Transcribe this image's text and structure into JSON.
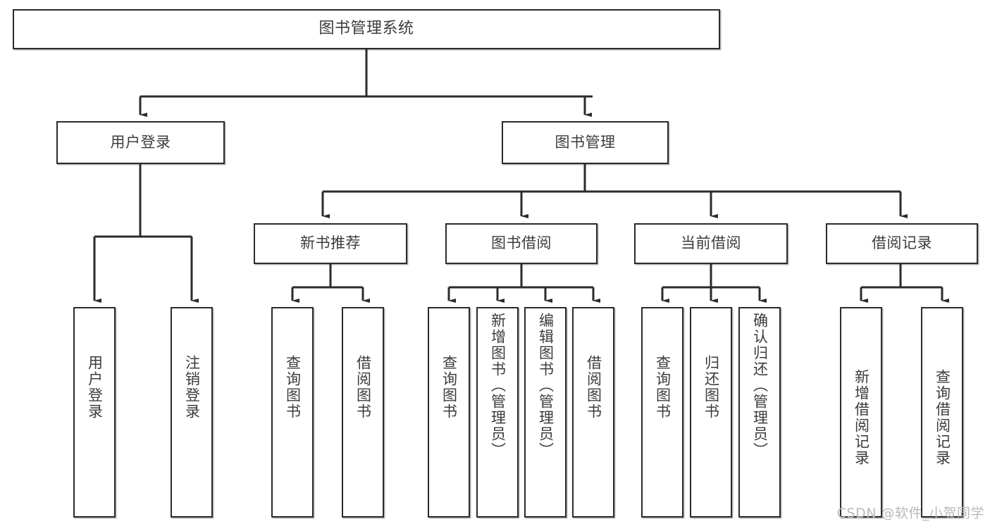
{
  "diagram": {
    "type": "tree-hierarchy",
    "title": "图书管理系统",
    "root": {
      "id": "root",
      "label": "图书管理系统"
    },
    "level2": [
      {
        "id": "user-login",
        "label": "用户登录"
      },
      {
        "id": "book-management",
        "label": "图书管理"
      }
    ],
    "level3": [
      {
        "id": "new-book-recommend",
        "label": "新书推荐",
        "parent": "book-management"
      },
      {
        "id": "book-borrow",
        "label": "图书借阅",
        "parent": "book-management"
      },
      {
        "id": "current-borrow",
        "label": "当前借阅",
        "parent": "book-management"
      },
      {
        "id": "borrow-record",
        "label": "借阅记录",
        "parent": "book-management"
      }
    ],
    "leaves": [
      {
        "id": "leaf-user-login",
        "label": "用户登录",
        "parent": "user-login"
      },
      {
        "id": "leaf-logout-login",
        "label": "注销登录",
        "parent": "user-login"
      },
      {
        "id": "leaf-query-book-1",
        "label": "查询图书",
        "parent": "new-book-recommend"
      },
      {
        "id": "leaf-borrow-book-1",
        "label": "借阅图书",
        "parent": "new-book-recommend"
      },
      {
        "id": "leaf-query-book-2",
        "label": "查询图书",
        "parent": "book-borrow"
      },
      {
        "id": "leaf-add-book",
        "label": "新增图书（管理员）",
        "parent": "book-borrow"
      },
      {
        "id": "leaf-edit-book",
        "label": "编辑图书（管理员）",
        "parent": "book-borrow"
      },
      {
        "id": "leaf-borrow-book-2",
        "label": "借阅图书",
        "parent": "book-borrow"
      },
      {
        "id": "leaf-query-book-3",
        "label": "查询图书",
        "parent": "current-borrow"
      },
      {
        "id": "leaf-return-book",
        "label": "归还图书",
        "parent": "current-borrow"
      },
      {
        "id": "leaf-confirm-return",
        "label": "确认归还（管理员）",
        "parent": "current-borrow"
      },
      {
        "id": "leaf-add-record",
        "label": "新增借阅记录",
        "parent": "borrow-record"
      },
      {
        "id": "leaf-query-record",
        "label": "查询借阅记录",
        "parent": "borrow-record"
      }
    ],
    "watermark": "CSDN @软件_小贺同学",
    "colors": {
      "stroke": "#2b2b2b",
      "fill": "#ffffff",
      "text": "#3c3c3c",
      "watermark": "#b9b9b9"
    }
  }
}
